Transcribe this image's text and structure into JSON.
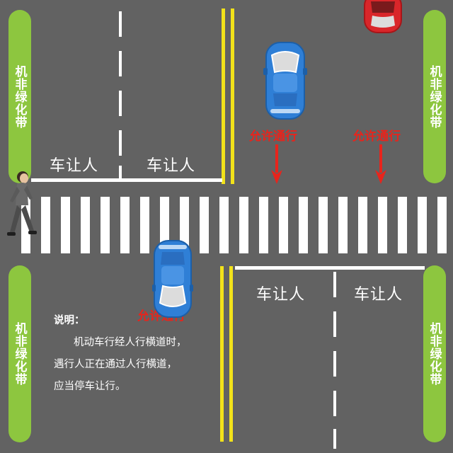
{
  "belts": {
    "label": "机非绿化带"
  },
  "labels": {
    "car_yield": "车让人",
    "allow_pass": "允许通行"
  },
  "note": {
    "title": "说明：",
    "line1": "机动车行经人行横道时，",
    "line2": "遇行人正在通过人行横道，",
    "line3": "应当停车让行。"
  },
  "colors": {
    "road": "#626262",
    "belt": "#8dc63f",
    "center_line": "#f2e21a",
    "blue_car": "#2f7fd6",
    "red_car": "#d9262a",
    "allow_text": "#e8241c"
  },
  "icons": {
    "pedestrian": "pedestrian-walking",
    "arrow": "down-arrow",
    "car": "car-top-view"
  }
}
